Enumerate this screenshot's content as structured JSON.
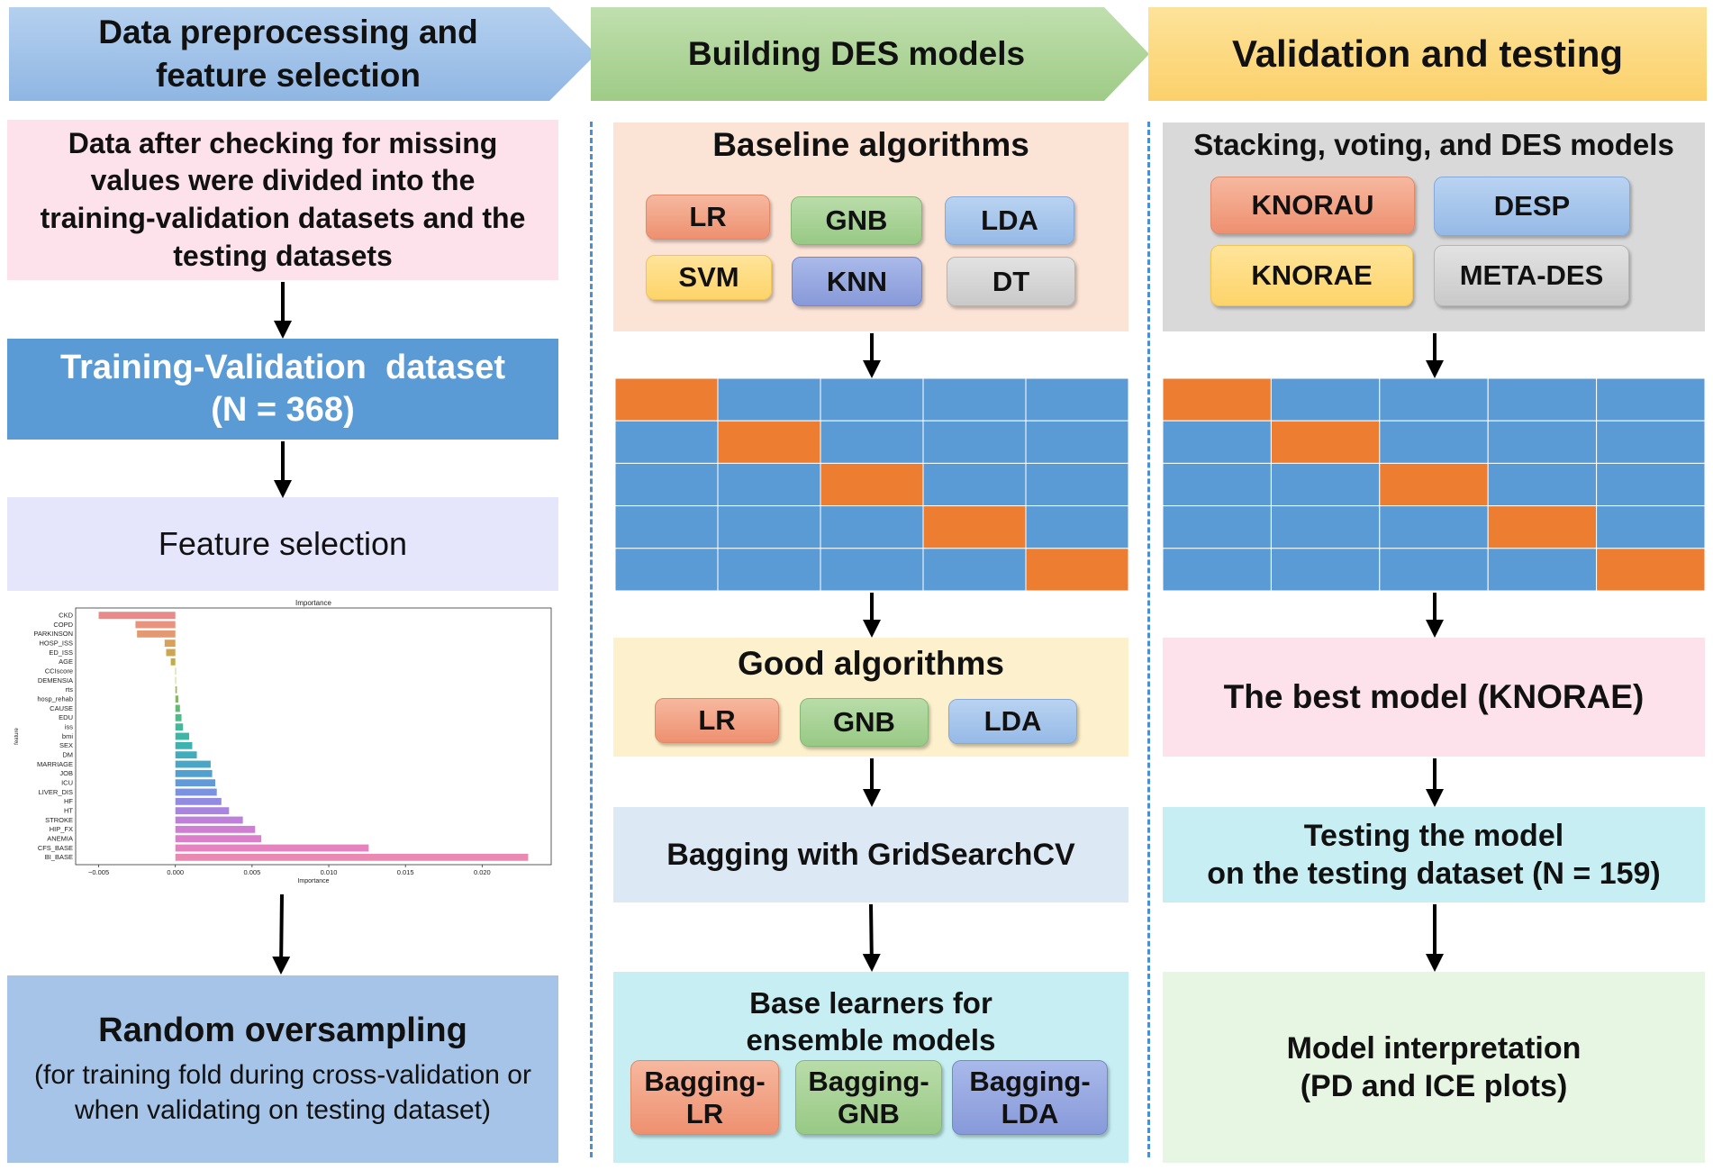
{
  "headers": {
    "preprocessing": [
      "Data preprocessing and",
      "feature selection"
    ],
    "building": "Building DES models",
    "validation": "Validation and testing"
  },
  "col1": {
    "data_split": [
      "Data after checking for missing",
      "values were divided into the",
      "training-validation datasets and the",
      "testing datasets"
    ],
    "training_title": "Training-Validation  dataset",
    "training_n": "(N = 368)",
    "feature_selection": "Feature selection",
    "oversampling_title": "Random oversampling",
    "oversampling_desc": [
      "(for training fold during cross-validation or",
      "when validating on testing dataset)"
    ]
  },
  "col2": {
    "baseline_title": "Baseline algorithms",
    "baseline_algos": [
      "LR",
      "GNB",
      "LDA",
      "SVM",
      "KNN",
      "DT"
    ],
    "good_title": "Good algorithms",
    "good_algos": [
      "LR",
      "GNB",
      "LDA"
    ],
    "bagging_title": "Bagging with GridSearchCV",
    "base_learners_title": [
      "Base learners for",
      "ensemble models"
    ],
    "base_learners": [
      [
        "Bagging-",
        "LR"
      ],
      [
        "Bagging-",
        "GNB"
      ],
      [
        "Bagging-",
        "LDA"
      ]
    ]
  },
  "col3": {
    "models_title": "Stacking, voting, and DES models",
    "models": [
      "KNORAU",
      "DESP",
      "KNORAE",
      "META-DES"
    ],
    "best_model": "The best model (KNORAE)",
    "testing": [
      "Testing the model",
      "on the testing dataset (N = 159)"
    ],
    "interpretation": [
      "Model interpretation",
      "(PD and ICE plots)"
    ]
  },
  "colors": {
    "cv_fold": "#5b9bd5",
    "cv_holdout": "#ed7d31",
    "grid_line": "#ffffff"
  },
  "chart_data": {
    "type": "bar",
    "orientation": "horizontal",
    "title": "Importance",
    "xlabel": "Importance",
    "ylabel": "feature",
    "xlim": [
      -0.0065,
      0.0245
    ],
    "xticks": [
      "−0.005",
      "0.000",
      "0.005",
      "0.010",
      "0.015",
      "0.020"
    ],
    "xtick_values": [
      -0.005,
      0,
      0.005,
      0.01,
      0.015,
      0.02
    ],
    "categories": [
      "CKD",
      "COPD",
      "PARKINSON",
      "HOSP_ISS",
      "ED_ISS",
      "AGE",
      "CCIscore",
      "DEMENSIA",
      "rts",
      "hosp_rehab",
      "CAUSE",
      "EDU",
      "iss",
      "bmi",
      "SEX",
      "DM",
      "MARRIAGE",
      "JOB",
      "ICU",
      "LIVER_DIS",
      "HF",
      "HT",
      "STROKE",
      "HIP_FX",
      "ANEMIA",
      "CFS_BASE",
      "BI_BASE"
    ],
    "values": [
      -0.005,
      -0.0026,
      -0.0025,
      -0.0007,
      -0.0006,
      -0.0003,
      0,
      0,
      0.0001,
      0.0002,
      0.0003,
      0.0004,
      0.0005,
      0.0009,
      0.0011,
      0.0014,
      0.0023,
      0.0024,
      0.0026,
      0.0027,
      0.003,
      0.0035,
      0.0044,
      0.0052,
      0.0056,
      0.0126,
      0.023
    ],
    "colors": [
      "#e88a8a",
      "#e8937e",
      "#e39a72",
      "#d9a05a",
      "#cfa550",
      "#c4ab45",
      "#b9b040",
      "#aab545",
      "#98ba4c",
      "#7fbd55",
      "#5fbe6e",
      "#4cbd88",
      "#44b99a",
      "#3fb5a7",
      "#3eb1b1",
      "#41acbb",
      "#48a6c6",
      "#52a0d0",
      "#6199db",
      "#7a92e0",
      "#938be2",
      "#aa85e0",
      "#be80db",
      "#cf7ed3",
      "#dc7fca",
      "#e583bf",
      "#ea89b2"
    ]
  }
}
